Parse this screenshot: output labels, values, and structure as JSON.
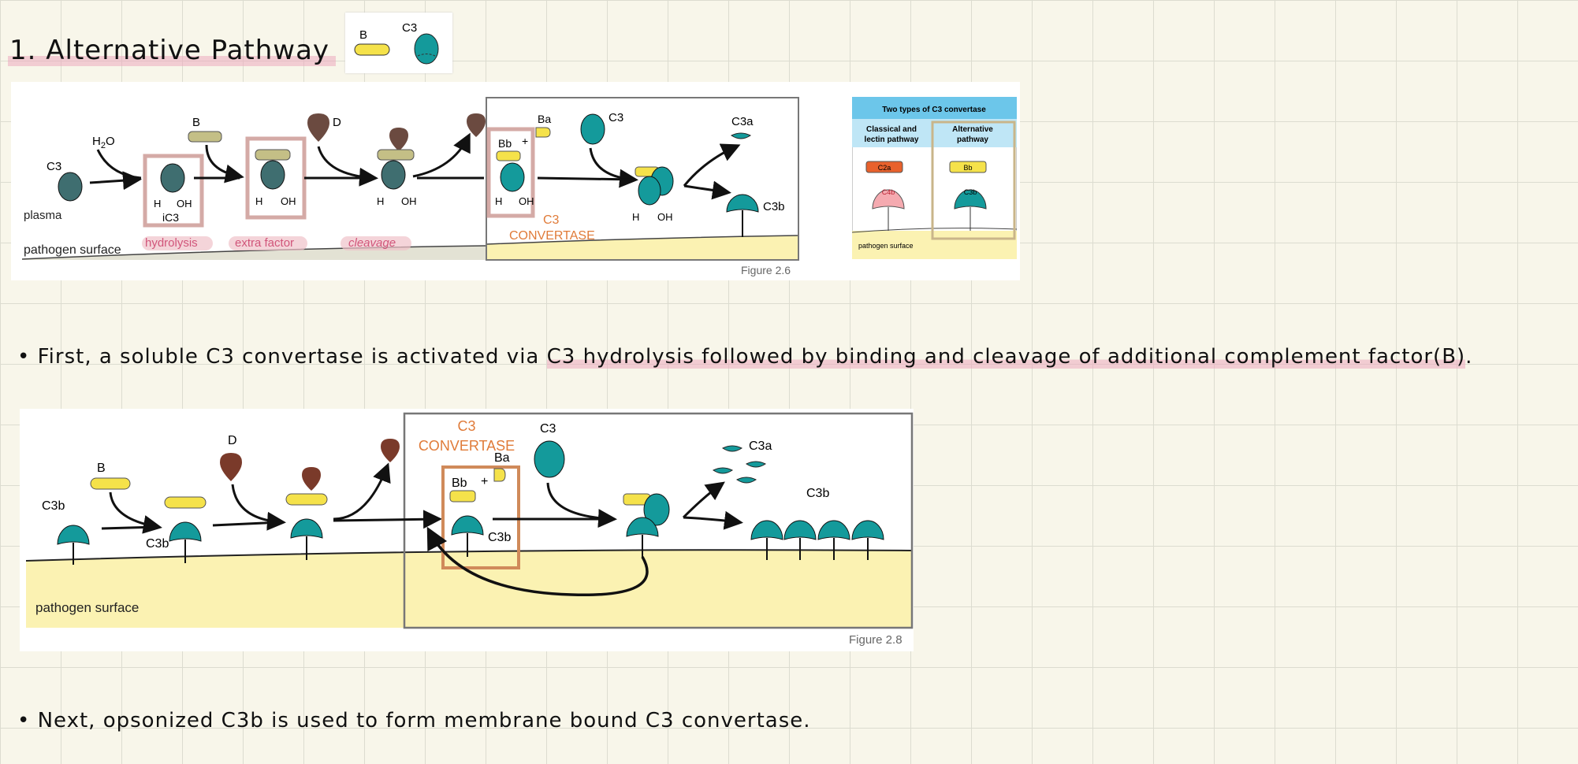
{
  "title": "1. Alternative Pathway",
  "legend": {
    "b_label": "B",
    "c3_label": "C3"
  },
  "figure_26": {
    "plasma": "plasma",
    "pathogen_surface": "pathogen surface",
    "c3": "C3",
    "h2o": "H",
    "h2o_sub": "2",
    "h2o_o": "O",
    "ic3": "iC3",
    "b": "B",
    "d": "D",
    "h": "H",
    "oh": "OH",
    "hydrolysis": "hydrolysis",
    "extra_factor": "extra factor",
    "cleavage": "cleavage",
    "ba": "Ba",
    "bb": "Bb",
    "plus": "+",
    "c3_right": "C3",
    "c3a": "C3a",
    "c3b": "C3b",
    "convertase_c3": "C3",
    "convertase": "CONVERTASE",
    "caption": "Figure 2.6"
  },
  "inset": {
    "title": "Two types of C3 convertase",
    "col1_line1": "Classical and",
    "col1_line2": "lectin pathway",
    "col2_line1": "Alternative",
    "col2_line2": "pathway",
    "c2a": "C2a",
    "c4b": "C4b",
    "bb": "Bb",
    "c3b": "C3b",
    "surface": "pathogen surface"
  },
  "note1": {
    "bullet": "•",
    "text_a": "First, a soluble C3  convertase is activated via ",
    "text_b": "C3 hydrolysis followed by binding and cleavage of additional  complement factor(B)",
    "text_c": "."
  },
  "figure_28": {
    "c3b_left": "C3b",
    "b": "B",
    "c3b_under": "C3b",
    "d": "D",
    "convertase_c3": "C3",
    "convertase": "CONVERTASE",
    "c3": "C3",
    "ba": "Ba",
    "bb": "Bb",
    "plus": "+",
    "c3b_box": "C3b",
    "c3a": "C3a",
    "c3b_right": "C3b",
    "pathogen_surface": "pathogen surface",
    "caption": "Figure 2.8"
  },
  "note2": {
    "bullet": "•",
    "text": "Next, opsonized C3b is used  to form membrane bound C3 convertase."
  },
  "colors": {
    "teal": "#149a9b",
    "dark_teal": "#3f6e70",
    "yellow": "#f5e24a",
    "olive": "#c4bf86",
    "brown": "#7a3a2a",
    "surface": "#fbf2b2",
    "orange": "#e07b39",
    "pink": "#e9a8b6",
    "blue_header": "#6cc6ea"
  }
}
